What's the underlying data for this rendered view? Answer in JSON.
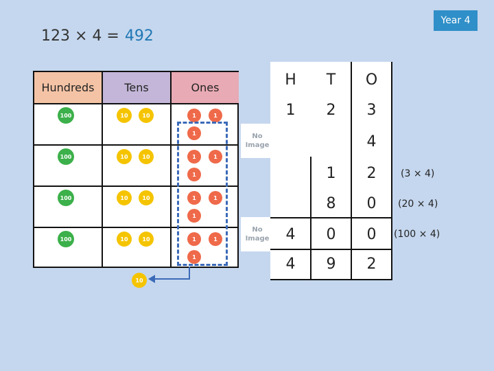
{
  "badge": "Year 4",
  "equation": {
    "expr": "123 × 4 =",
    "answer": "492"
  },
  "place_value_chart": {
    "headers": [
      "Hundreds",
      "Tens",
      "Ones"
    ],
    "counter_labels": {
      "hundred": "100",
      "ten": "10",
      "one": "1"
    },
    "rows": 4,
    "exchanged_counter": "10"
  },
  "no_image": {
    "line1": "No",
    "line2": "Image"
  },
  "column_method": {
    "headers": [
      "H",
      "T",
      "O"
    ],
    "multiplicand": [
      "1",
      "2",
      "3"
    ],
    "multiplier": [
      "",
      "",
      "4"
    ],
    "partials": [
      {
        "digits": [
          "",
          "1",
          "2"
        ],
        "note": "(3 × 4)"
      },
      {
        "digits": [
          "",
          "8",
          "0"
        ],
        "note": "(20 × 4)"
      },
      {
        "digits": [
          "4",
          "0",
          "0"
        ],
        "note": "(100 × 4)"
      }
    ],
    "total": [
      "4",
      "9",
      "2"
    ]
  },
  "colors": {
    "background": "#c5d7ee",
    "badge": "#2f8fc8",
    "answer": "#1f77b4",
    "hundreds_header": "#f4c3a5",
    "tens_header": "#c3b6d8",
    "ones_header": "#e8aab4",
    "counter_100": "#3cb04a",
    "counter_10": "#f5c400",
    "counter_1": "#ef6a4a",
    "exchange_box": "#3b6ab8"
  }
}
